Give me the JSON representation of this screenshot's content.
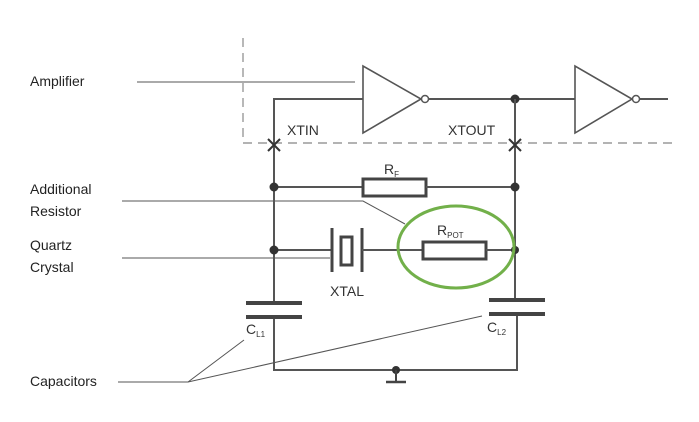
{
  "labels": {
    "amplifier": "Amplifier",
    "additional_resistor_line1": "Additional",
    "additional_resistor_line2": "Resistor",
    "quartz_crystal_line1": "Quartz",
    "quartz_crystal_line2": "Crystal",
    "capacitors": "Capacitors"
  },
  "components": {
    "xtin": "XTIN",
    "xtout": "XTOUT",
    "rf_main": "R",
    "rf_sub": "F",
    "rpot_main": "R",
    "rpot_sub": "POT",
    "xtal": "XTAL",
    "cl1_main": "C",
    "cl1_sub": "L1",
    "cl2_main": "C",
    "cl2_sub": "L2"
  },
  "colors": {
    "highlight": "#72b04a",
    "wire": "#555555",
    "dashed_boundary": "#9a9a9a"
  }
}
